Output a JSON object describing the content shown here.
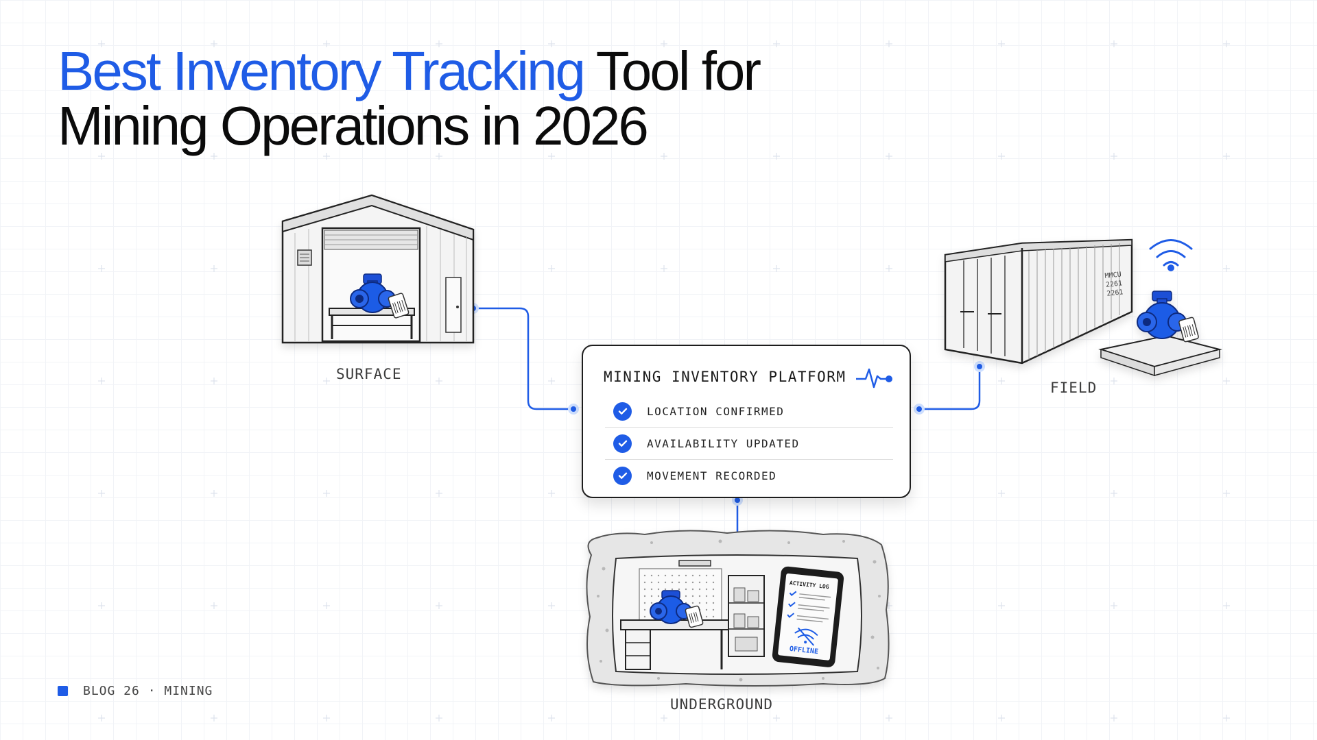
{
  "title": {
    "highlight": "Best Inventory Tracking",
    "rest_line1": " Tool for",
    "line2": "Mining Operations in 2026"
  },
  "nodes": {
    "surface": "SURFACE",
    "field": "FIELD",
    "underground": "UNDERGROUND"
  },
  "platform": {
    "title": "MINING INVENTORY PLATFORM",
    "items": [
      "LOCATION CONFIRMED",
      "AVAILABILITY UPDATED",
      "MOVEMENT RECORDED"
    ]
  },
  "container_marking": {
    "line1": "MMCU",
    "line2": "2261",
    "line3": "2261"
  },
  "tablet": {
    "header": "ACTIVITY LOG",
    "status": "OFFLINE"
  },
  "footer": {
    "text": "BLOG 26 · MINING"
  },
  "colors": {
    "accent": "#1f5ce6",
    "text": "#0b0b0b"
  }
}
